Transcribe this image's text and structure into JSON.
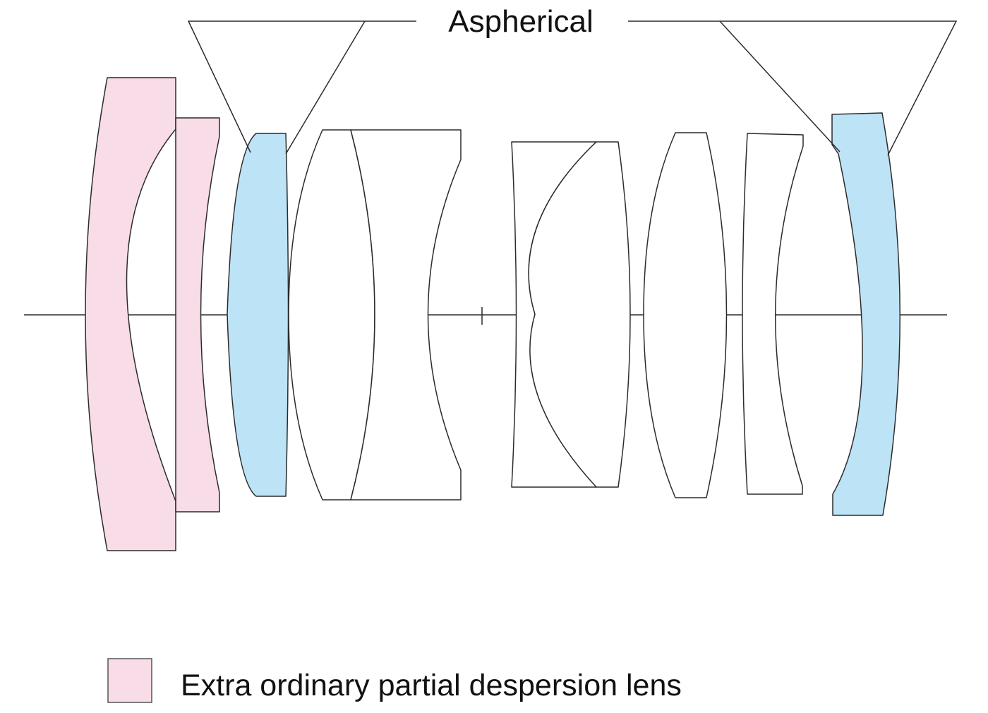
{
  "diagram": {
    "aspherical_label": "Aspherical",
    "legend": {
      "label": "Extra ordinary partial despersion lens",
      "swatch_color": "#f8dce8"
    }
  },
  "colors": {
    "ed_lens": "#f8dce8",
    "aspherical_lens": "#bde3f7",
    "plain_lens": "#ffffff",
    "outline": "#2b2b2b"
  },
  "lens_elements": [
    {
      "id": "element-1",
      "type": "ed"
    },
    {
      "id": "element-2",
      "type": "ed"
    },
    {
      "id": "element-3",
      "type": "aspherical"
    },
    {
      "id": "element-4",
      "type": "plain"
    },
    {
      "id": "element-5",
      "type": "plain"
    },
    {
      "id": "element-6",
      "type": "plain"
    },
    {
      "id": "element-7",
      "type": "plain"
    },
    {
      "id": "element-8",
      "type": "plain"
    },
    {
      "id": "element-9",
      "type": "plain"
    },
    {
      "id": "element-10",
      "type": "aspherical"
    }
  ]
}
